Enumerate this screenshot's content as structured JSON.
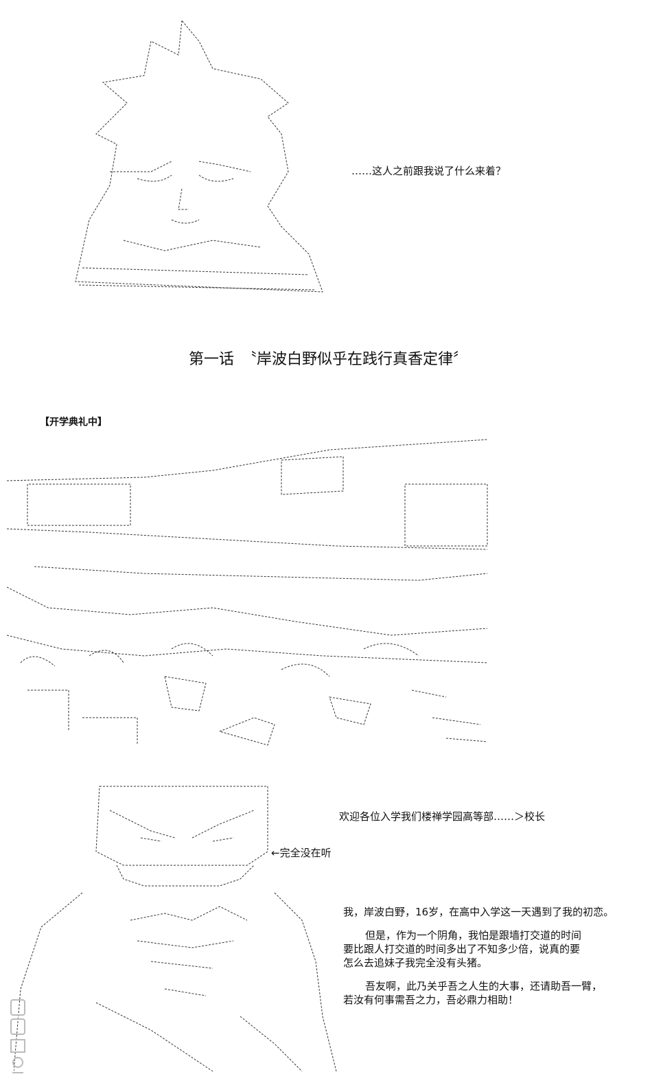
{
  "panel1": {
    "thought": "……这人之前跟我说了什么来着？"
  },
  "chapter": {
    "title": "第一话　〝岸波白野似乎在践行真香定律〞"
  },
  "scene": {
    "label": "【开学典礼中】"
  },
  "panel3": {
    "speech": "欢迎各位入学我们楼禅学园高等部……＞校长",
    "aside": "←完全没在听"
  },
  "narration": {
    "line1": "我，岸波白野，16岁，在高中入学这一天遇到了我的初恋。",
    "line2a": "但是，作为一个阴角，我怕是跟墙打交道的时间",
    "line2b": "要比跟人打交道的时间多出了不知多少倍，说真的要",
    "line2c": "怎么去追妹子我完全没有头猪。",
    "line3a": "吾友啊，此乃关乎吾之人生的大事，还请助吾一臂，",
    "line3b": "若汝有何事需吾之力，吾必鼎力相助！"
  },
  "colors": {
    "ink": "#111111",
    "art_line": "#333333",
    "background": "#ffffff"
  }
}
